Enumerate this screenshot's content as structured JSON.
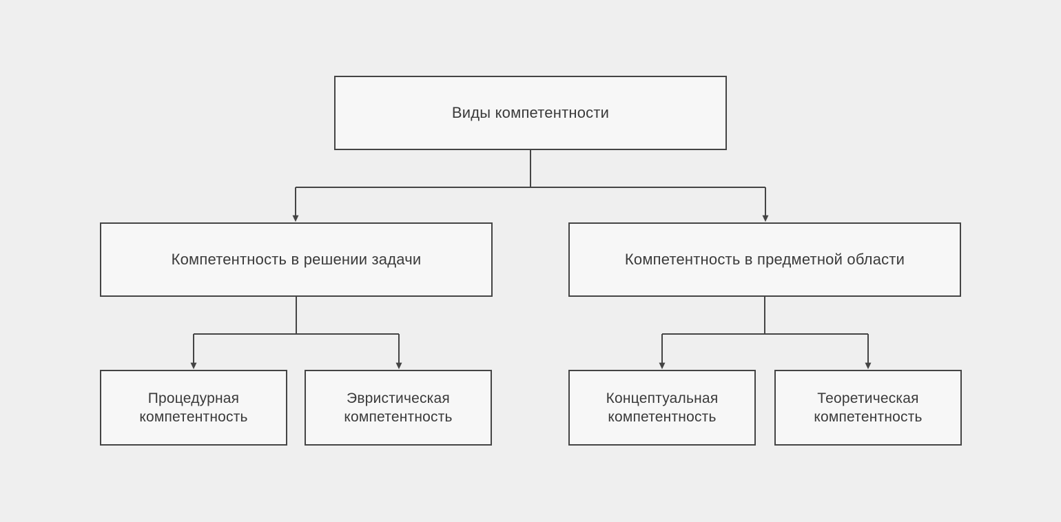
{
  "diagram": {
    "type": "tree-hierarchy",
    "orientation": "top-down",
    "background_color": "#efefef",
    "node_fill_color": "#f7f7f7",
    "node_border_color": "#444444",
    "text_color": "#3a3a3a",
    "edge_color": "#444444",
    "root": {
      "id": "root",
      "label": "Виды компетентности"
    },
    "level2": [
      {
        "id": "problem-solving",
        "label": "Компетентность в решении задачи"
      },
      {
        "id": "subject-area",
        "label": "Компетентность в предметной области"
      }
    ],
    "leaves": [
      {
        "id": "procedural",
        "parent": "problem-solving",
        "label": "Процедурная\nкомпетентность"
      },
      {
        "id": "heuristic",
        "parent": "problem-solving",
        "label": "Эвристическая\nкомпетентность"
      },
      {
        "id": "conceptual",
        "parent": "subject-area",
        "label": "Концептуальная\nкомпетентность"
      },
      {
        "id": "theoretical",
        "parent": "subject-area",
        "label": "Теоретическая\nкомпетентность"
      }
    ]
  }
}
